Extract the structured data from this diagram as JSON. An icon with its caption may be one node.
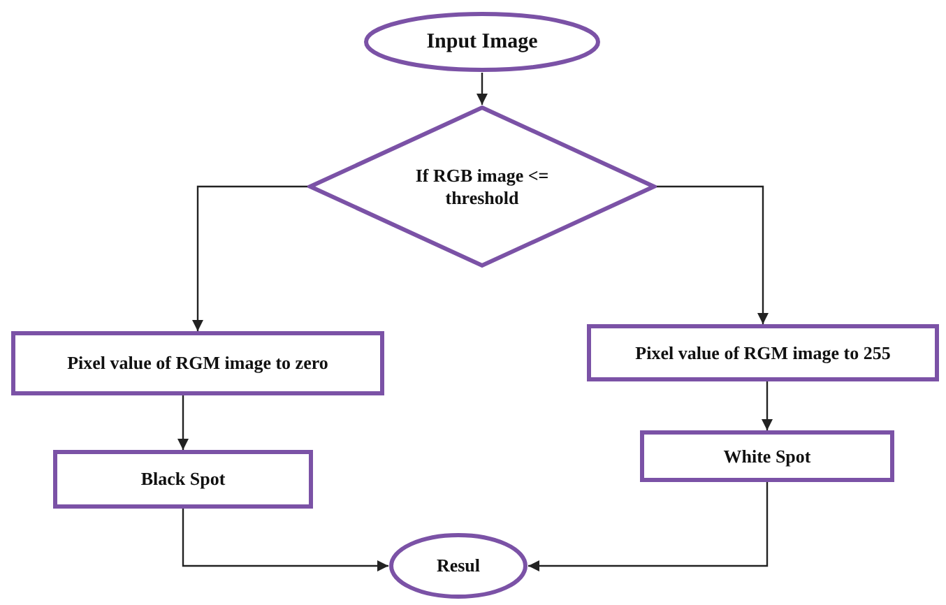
{
  "diagram": {
    "nodes": [
      {
        "text": [
          "Input Image"
        ]
      },
      {
        "text": [
          "If RGB image <= threshold"
        ]
      },
      {
        "text": [
          "Pixel value of RGM image to zero"
        ]
      },
      {
        "text": [
          "Pixel value of RGM image to 255"
        ]
      },
      {
        "text": [
          "Black Spot"
        ]
      },
      {
        "text": [
          "White Spot"
        ]
      },
      {
        "text": [
          "Resul"
        ]
      }
    ],
    "edges": [
      {
        "from": 0,
        "to": 1,
        "arrow": "to"
      },
      {
        "from": 1,
        "to": 2,
        "arrow": "to"
      },
      {
        "from": 1,
        "to": 3,
        "arrow": "to"
      },
      {
        "from": 2,
        "to": 4,
        "arrow": "to"
      },
      {
        "from": 3,
        "to": 5,
        "arrow": "to"
      },
      {
        "from": 4,
        "to": 6,
        "arrow": "to"
      },
      {
        "from": 5,
        "to": 6,
        "arrow": "to"
      }
    ]
  }
}
